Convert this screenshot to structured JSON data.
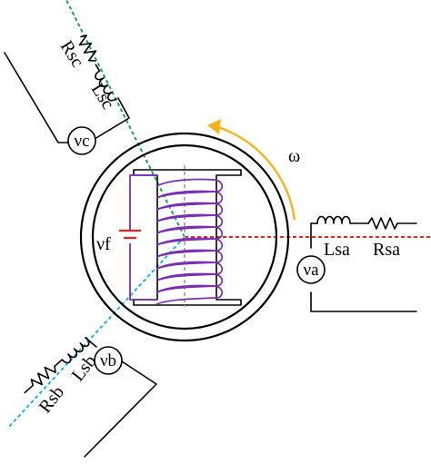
{
  "labels": {
    "phase_a_inductor": "Lsa",
    "phase_a_resistor": "Rsa",
    "phase_a_source": "νa",
    "phase_b_inductor": "Lsb",
    "phase_b_resistor": "Rsb",
    "phase_b_source": "νb",
    "phase_c_inductor": "Lsc",
    "phase_c_resistor": "Rsc",
    "phase_c_source": "νc",
    "field_source": "νf",
    "rotation": "ω"
  },
  "colors": {
    "axis_a": "#e8231c",
    "axis_b": "#1fb1e6",
    "axis_c": "#1aa350",
    "rotor_winding": "#7a2fb0",
    "rotation_arrow": "#f5b21f",
    "center_line": "#aaaaaa",
    "outline": "#000000"
  },
  "icons": {
    "rotation_arrow": "curved-arrow-icon",
    "battery": "battery-icon"
  }
}
